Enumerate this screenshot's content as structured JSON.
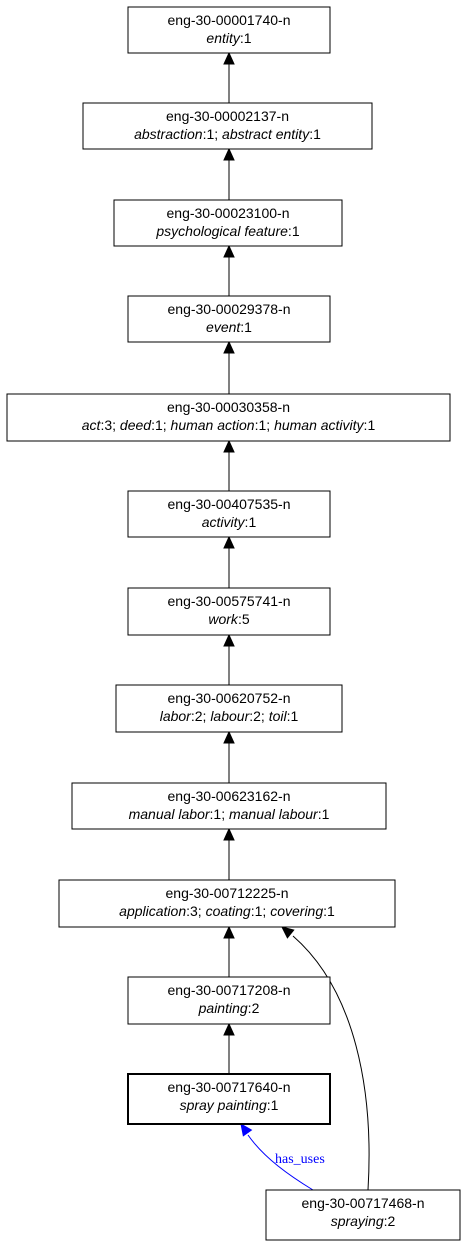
{
  "nodes": [
    {
      "id": "eng-30-00001740-n",
      "lemmas": [
        {
          "word": "entity",
          "sense": "1"
        }
      ]
    },
    {
      "id": "eng-30-00002137-n",
      "lemmas": [
        {
          "word": "abstraction",
          "sense": "1"
        },
        {
          "word": "abstract entity",
          "sense": "1"
        }
      ]
    },
    {
      "id": "eng-30-00023100-n",
      "lemmas": [
        {
          "word": "psychological feature",
          "sense": "1"
        }
      ]
    },
    {
      "id": "eng-30-00029378-n",
      "lemmas": [
        {
          "word": "event",
          "sense": "1"
        }
      ]
    },
    {
      "id": "eng-30-00030358-n",
      "lemmas": [
        {
          "word": "act",
          "sense": "3"
        },
        {
          "word": "deed",
          "sense": "1"
        },
        {
          "word": "human action",
          "sense": "1"
        },
        {
          "word": "human activity",
          "sense": "1"
        }
      ]
    },
    {
      "id": "eng-30-00407535-n",
      "lemmas": [
        {
          "word": "activity",
          "sense": "1"
        }
      ]
    },
    {
      "id": "eng-30-00575741-n",
      "lemmas": [
        {
          "word": "work",
          "sense": "5"
        }
      ]
    },
    {
      "id": "eng-30-00620752-n",
      "lemmas": [
        {
          "word": "labor",
          "sense": "2"
        },
        {
          "word": "labour",
          "sense": "2"
        },
        {
          "word": "toil",
          "sense": "1"
        }
      ]
    },
    {
      "id": "eng-30-00623162-n",
      "lemmas": [
        {
          "word": "manual labor",
          "sense": "1"
        },
        {
          "word": "manual labour",
          "sense": "1"
        }
      ]
    },
    {
      "id": "eng-30-00712225-n",
      "lemmas": [
        {
          "word": "application",
          "sense": "3"
        },
        {
          "word": "coating",
          "sense": "1"
        },
        {
          "word": "covering",
          "sense": "1"
        }
      ]
    },
    {
      "id": "eng-30-00717208-n",
      "lemmas": [
        {
          "word": "painting",
          "sense": "2"
        }
      ]
    },
    {
      "id": "eng-30-00717640-n",
      "lemmas": [
        {
          "word": "spray painting",
          "sense": "1"
        }
      ],
      "focus": true
    },
    {
      "id": "eng-30-00717468-n",
      "lemmas": [
        {
          "word": "spraying",
          "sense": "2"
        }
      ]
    }
  ],
  "edges": [
    {
      "from": "eng-30-00002137-n",
      "to": "eng-30-00001740-n"
    },
    {
      "from": "eng-30-00023100-n",
      "to": "eng-30-00002137-n"
    },
    {
      "from": "eng-30-00029378-n",
      "to": "eng-30-00023100-n"
    },
    {
      "from": "eng-30-00030358-n",
      "to": "eng-30-00029378-n"
    },
    {
      "from": "eng-30-00407535-n",
      "to": "eng-30-00030358-n"
    },
    {
      "from": "eng-30-00575741-n",
      "to": "eng-30-00407535-n"
    },
    {
      "from": "eng-30-00620752-n",
      "to": "eng-30-00575741-n"
    },
    {
      "from": "eng-30-00623162-n",
      "to": "eng-30-00620752-n"
    },
    {
      "from": "eng-30-00712225-n",
      "to": "eng-30-00623162-n"
    },
    {
      "from": "eng-30-00717208-n",
      "to": "eng-30-00712225-n"
    },
    {
      "from": "eng-30-00717640-n",
      "to": "eng-30-00717208-n"
    },
    {
      "from": "eng-30-00717468-n",
      "to": "eng-30-00712225-n"
    },
    {
      "from": "eng-30-00717468-n",
      "to": "eng-30-00717640-n",
      "label": "has_uses"
    }
  ],
  "colors": {
    "box_stroke": "#000000",
    "edge": "#000000",
    "relation": "#0000ff",
    "background": "#ffffff"
  }
}
